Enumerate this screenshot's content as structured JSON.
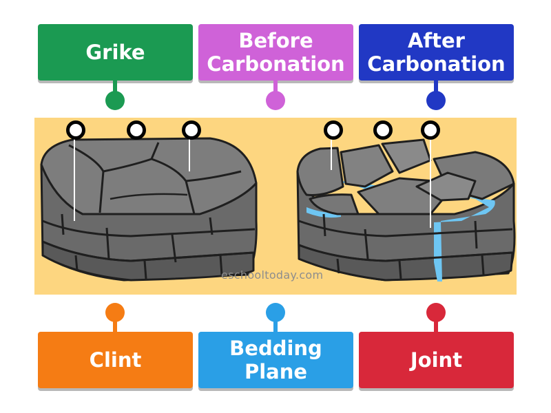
{
  "colors": {
    "green": "#1b9a52",
    "magenta": "#cf62d8",
    "navy": "#2138c4",
    "orange": "#f57c14",
    "blue": "#2a9fe6",
    "red": "#d8283a",
    "scene_bg": "#fdd680",
    "water": "#6ec6f3"
  },
  "labels": [
    {
      "id": "grike",
      "text": "Grike"
    },
    {
      "id": "before",
      "text": "Before\nCarbonation"
    },
    {
      "id": "after",
      "text": "After\nCarbonation"
    },
    {
      "id": "clint",
      "text": "Clint"
    },
    {
      "id": "bedding",
      "text": "Bedding\nPlane"
    },
    {
      "id": "joint",
      "text": "Joint"
    }
  ],
  "image": {
    "watermark": "eschooltoday.com"
  }
}
